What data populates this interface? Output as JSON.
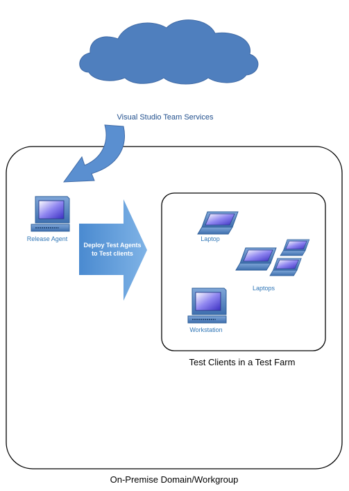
{
  "cloud": {
    "label": "Visual Studio Team Services"
  },
  "release_agent": {
    "label": "Release Agent"
  },
  "deploy_arrow": {
    "line1": "Deploy Test Agents",
    "line2": "to Test clients"
  },
  "test_farm": {
    "laptop_label": "Laptop",
    "laptops_label": "Laptops",
    "workstation_label": "Workstation",
    "caption": "Test Clients in a Test Farm"
  },
  "domain": {
    "caption": "On-Premise Domain/Workgroup"
  },
  "colors": {
    "cloud": "#4f81bd",
    "arrow": "#5b9bd5",
    "label_blue": "#2e75b6",
    "device_body": "#4a7ebb",
    "screen": "#6b5bd6"
  }
}
